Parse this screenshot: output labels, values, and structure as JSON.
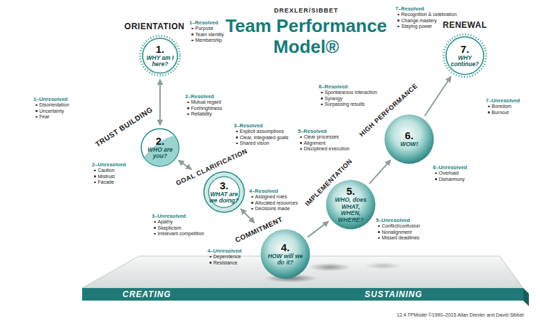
{
  "diagram": {
    "title": "Team Performance Model®",
    "caption": "12.4 TPModel ©1990–2015 Allan Drexler and David Sibbet",
    "nodes": [
      {
        "text": [
          "ORIENTATION",
          "1.",
          "WHY am I here?"
        ]
      },
      {
        "text": [
          "TRUST BUILDING",
          "2.",
          "WHO are you?"
        ]
      },
      {
        "text": [
          "GOAL CLARIFICATION",
          "3.",
          "WHAT are we doing?"
        ]
      },
      {
        "text": [
          "COMMITMENT",
          "4.",
          "HOW will we do it?"
        ]
      },
      {
        "text": [
          "IMPLEMENTATION",
          "5.",
          "WHO, does WHAT, WHEN, WHERE?"
        ]
      },
      {
        "text": [
          "HIGH PERFORMANCE",
          "6.",
          "WOW!"
        ]
      },
      {
        "text": [
          "RENEWAL",
          "7.",
          "WHY continue?"
        ]
      },
      {
        "text": [
          "CREATING"
        ]
      },
      {
        "text": [
          "SUSTAINING"
        ]
      }
    ],
    "edges": [
      {
        "from": 0,
        "to": 1,
        "arrow": "both"
      },
      {
        "from": 1,
        "to": 2,
        "arrow": "both"
      },
      {
        "from": 2,
        "to": 3,
        "arrow": "both"
      },
      {
        "from": 3,
        "to": 4,
        "arrow": "to"
      },
      {
        "from": 4,
        "to": 5,
        "arrow": "to"
      },
      {
        "from": 5,
        "to": 6,
        "arrow": "to"
      }
    ],
    "labels": [
      "DREXLER/SIBBET",
      "1–Resolved",
      "Purpose",
      "Team identity",
      "Membership",
      "1–Unresolved",
      "Disorientation",
      "Uncertainty",
      "Fear",
      "2–Resolved",
      "Mutual regard",
      "Forthrightness",
      "Reliability",
      "2–Unresolved",
      "Caution",
      "Mistrust",
      "Facade",
      "3–Resolved",
      "Explicit assumptions",
      "Clear, integrated goals",
      "Shared vision",
      "3–Unresolved",
      "Apathy",
      "Skepticism",
      "Irrelevant competition",
      "4–Resolved",
      "Assigned roles",
      "Allocated resources",
      "Decisions made",
      "4–Unresolved",
      "Dependence",
      "Resistance",
      "5–Resolved",
      "Clear processes",
      "Alignment",
      "Disciplined execution",
      "5–Unresolved",
      "Conflict/confusion",
      "Nonalignment",
      "Missed deadlines",
      "6–Resolved",
      "Spontaneous interaction",
      "Synergy",
      "Surpassing results",
      "6–Unresolved",
      "Overload",
      "Disharmony",
      "7–Resolved",
      "Recognition & celebration",
      "Change mastery",
      "Staying power",
      "7–Unresolved",
      "Boredom",
      "Burnout"
    ]
  }
}
